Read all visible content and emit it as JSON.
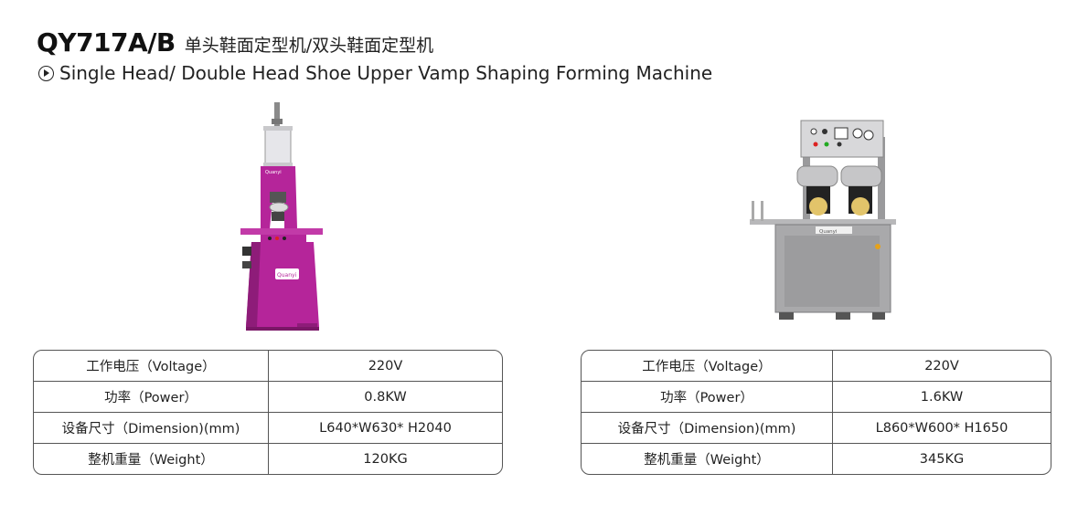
{
  "header": {
    "model": "QY717A/B",
    "title_cn": "单头鞋面定型机/双头鞋面定型机",
    "title_en": "Single Head/ Double Head Shoe Upper Vamp Shaping Forming Machine"
  },
  "machines": [
    {
      "photo_label": "Quanyi",
      "color": "#b5259a",
      "specs": [
        {
          "label": "工作电压（Voltage）",
          "value": "220V"
        },
        {
          "label": "功率（Power）",
          "value": "0.8KW"
        },
        {
          "label": "设备尺寸（Dimension)(mm)",
          "value": "L640*W630* H2040"
        },
        {
          "label": "整机重量（Weight）",
          "value": "120KG"
        }
      ]
    },
    {
      "photo_label": "Quanyi",
      "color": "#a9a9ab",
      "specs": [
        {
          "label": "工作电压（Voltage）",
          "value": "220V"
        },
        {
          "label": "功率（Power）",
          "value": "1.6KW"
        },
        {
          "label": "设备尺寸（Dimension)(mm)",
          "value": "L860*W600* H1650"
        },
        {
          "label": "整机重量（Weight）",
          "value": "345KG"
        }
      ]
    }
  ]
}
